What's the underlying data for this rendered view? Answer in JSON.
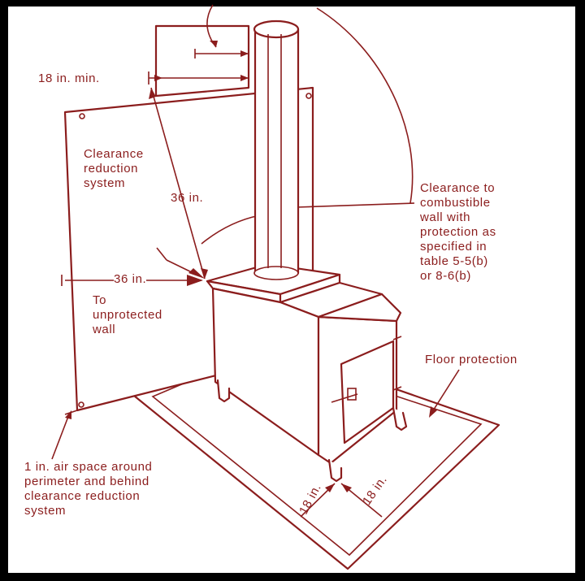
{
  "labels": {
    "min_18": "18 in. min.",
    "clearance_reduction": "Clearance\nreduction\nsystem",
    "in36_diag": "36 in.",
    "in36_side": "36 in.",
    "to_unprotected": "To\nunprotected\nwall",
    "clearance_to_combustible": "Clearance to\ncombustible\nwall with\nprotection as\nspecified in\ntable 5-5(b)\nor 8-6(b)",
    "floor_protection": "Floor protection",
    "air_space": "1 in. air space around\nperimeter and behind\nclearance reduction\nsystem",
    "in18_left": "18 in.",
    "in18_right": "18 in."
  },
  "colors": {
    "ink": "#8b1d1d",
    "frame": "#000000",
    "paper": "#ffffff"
  }
}
